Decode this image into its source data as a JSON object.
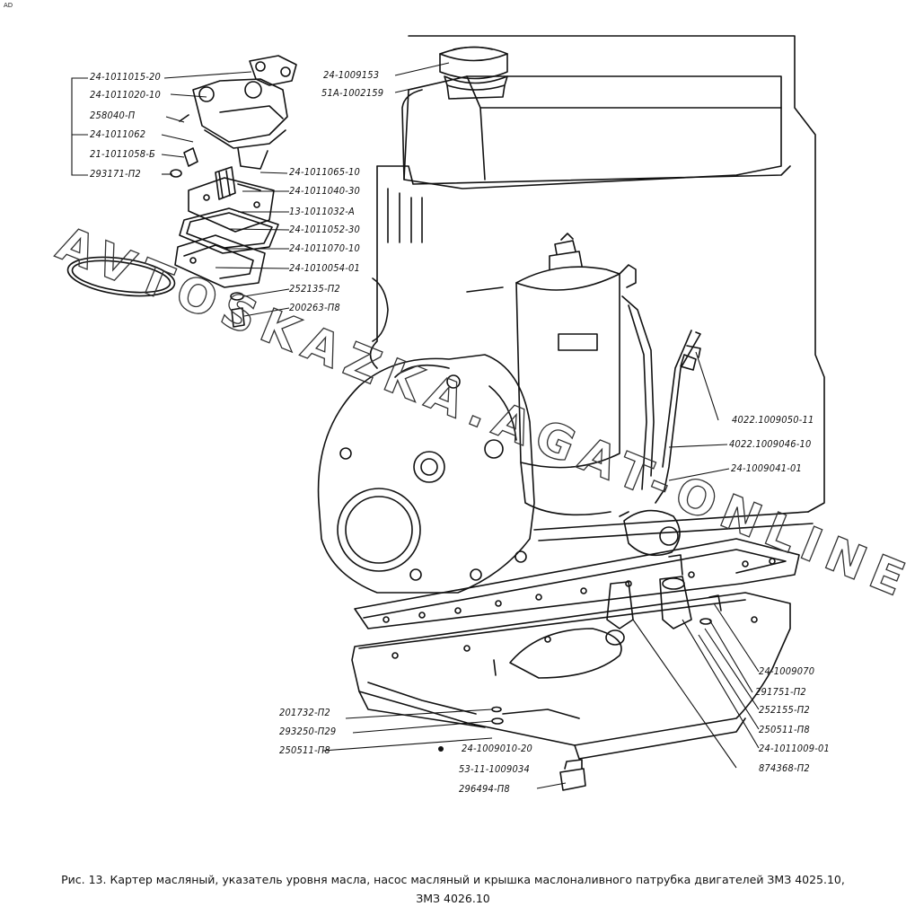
{
  "corner_mark": "AD",
  "caption": {
    "line1": "Рис. 13. Картер масляный, указатель уровня масла, насос масляный и крышка маслоналивного патрубка двигателей ЗМЗ 4025.10,",
    "line2": "ЗМЗ 4026.10"
  },
  "watermark": "AVTOSKAZKA.AGAT-ONLINE",
  "labels": {
    "l1": "24-1011015-20",
    "l2": "24-1011020-10",
    "l3": "258040-П",
    "l4": "24-1011062",
    "l5": "21-1011058-Б",
    "l6": "293171-П2",
    "l7": "24-1011065-10",
    "l8": "24-1011040-30",
    "l9": "13-1011032-А",
    "l10": "24-1011052-30",
    "l11": "24-1011070-10",
    "l12": "24-1010054-01",
    "l13": "252135-П2",
    "l14": "200263-П8",
    "l15": "24-1009153",
    "l16": "51А-1002159",
    "l17": "4022.1009050-11",
    "l18": "4022.1009046-10",
    "l19": "24-1009041-01",
    "l20": "24-1009070",
    "l21": "291751-П2",
    "l22": "252155-П2",
    "l23": "250511-П8",
    "l24": "24-1011009-01",
    "l25": "874368-П2",
    "l26": "201732-П2",
    "l27": "293250-П29",
    "l28": "250511-П8",
    "l29": "24-1009010-20",
    "l30": "53-11-1009034",
    "l31": "296494-П8"
  }
}
